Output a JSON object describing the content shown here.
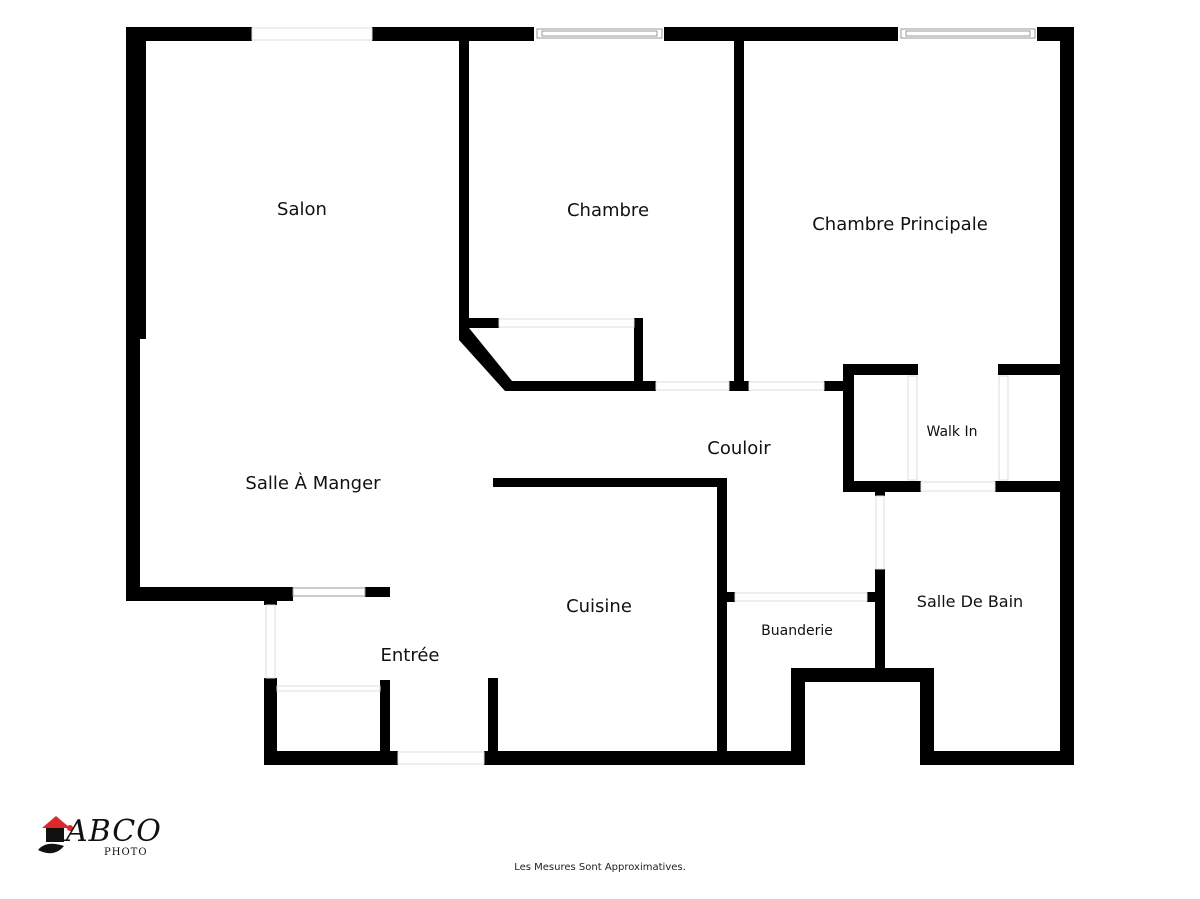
{
  "rooms": {
    "salon": "Salon",
    "chambre": "Chambre",
    "chambre_principale": "Chambre Principale",
    "walk_in": "Walk In",
    "couloir": "Couloir",
    "salle_a_manger": "Salle À Manger",
    "cuisine": "Cuisine",
    "entree": "Entrée",
    "buanderie": "Buanderie",
    "salle_de_bain": "Salle De Bain"
  },
  "caption": "Les Mesures Sont Approximatives.",
  "logo": {
    "name": "ABCO",
    "sub": "PHOTO",
    "accent_color": "#e0262a"
  },
  "colors": {
    "wall": "#000000",
    "opening": "#ffffff",
    "window_frame": "#999999"
  }
}
